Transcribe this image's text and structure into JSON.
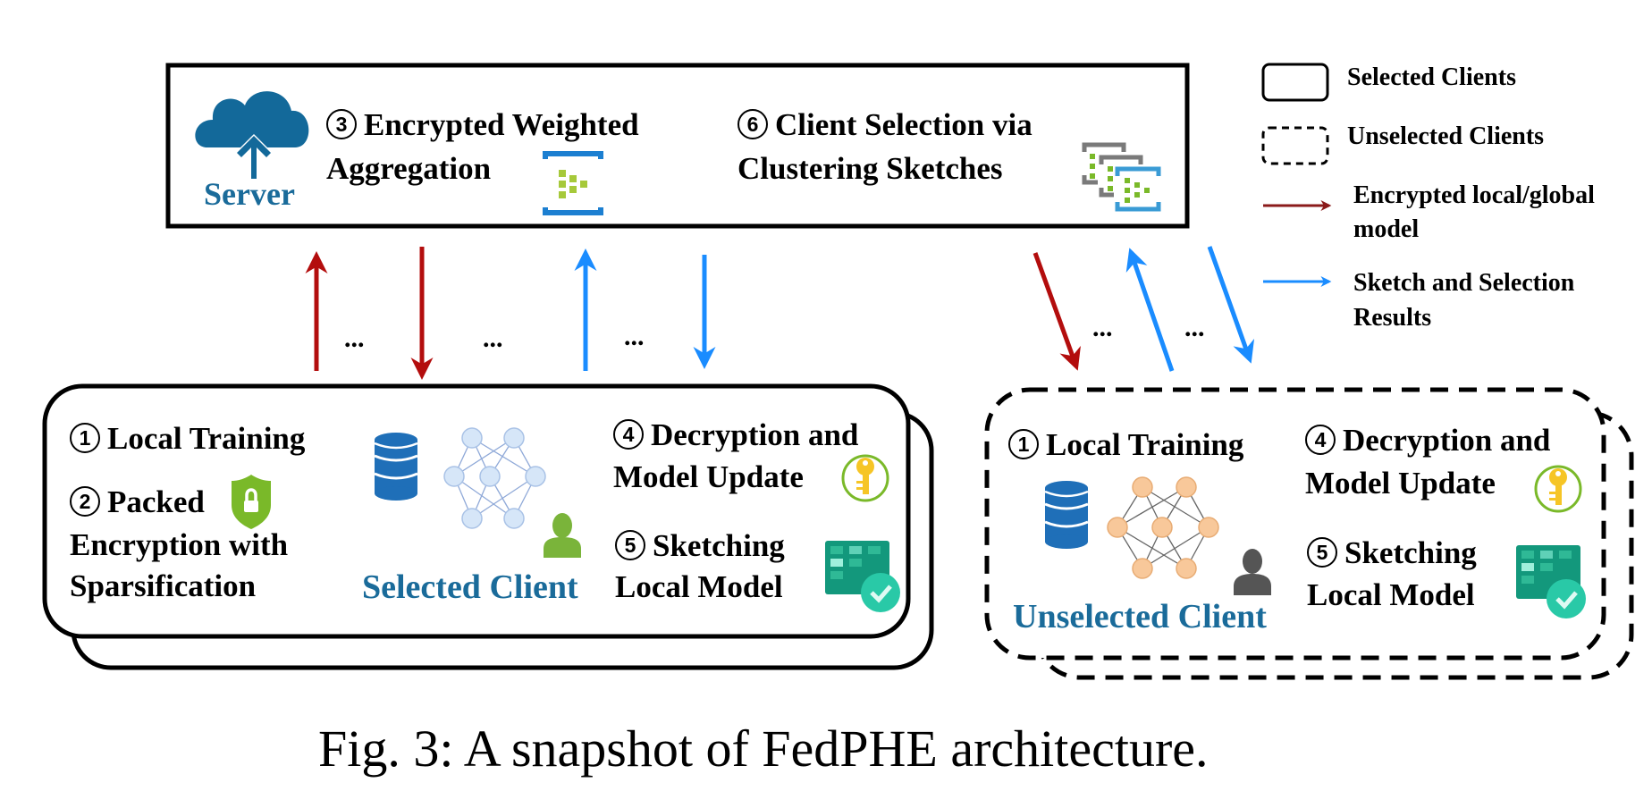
{
  "server": {
    "label": "Server",
    "step3": {
      "number": "3",
      "line1": "Encrypted Weighted",
      "line2": "Aggregation"
    },
    "step6": {
      "number": "6",
      "line1": "Client Selection via",
      "line2": "Clustering Sketches"
    }
  },
  "selected_client": {
    "label": "Selected Client",
    "step1": {
      "number": "1",
      "text": "Local Training"
    },
    "step2": {
      "number": "2",
      "line1": "Packed",
      "line2": "Encryption with",
      "line3": "Sparsification"
    },
    "step4": {
      "number": "4",
      "line1": "Decryption and",
      "line2": "Model Update"
    },
    "step5": {
      "number": "5",
      "line1": "Sketching",
      "line2": "Local Model"
    }
  },
  "unselected_client": {
    "label": "Unselected Client",
    "step1": {
      "number": "1",
      "text": "Local Training"
    },
    "step4": {
      "number": "4",
      "line1": "Decryption and",
      "line2": "Model Update"
    },
    "step5": {
      "number": "5",
      "line1": "Sketching",
      "line2": "Local Model"
    }
  },
  "ellipsis": "...",
  "legend": {
    "selected": "Selected Clients",
    "unselected": "Unselected Clients",
    "encrypted_line1": "Encrypted local/global",
    "encrypted_line2": "model",
    "sketch_line1": "Sketch and Selection",
    "sketch_line2": "Results"
  },
  "colors": {
    "encrypted_arrow": "#b30d0d",
    "sketch_arrow": "#1a8cff",
    "label_blue": "#1a6b9a",
    "selected_node": "#d6e6f8",
    "unselected_node": "#f8c89a",
    "green": "#7ab929",
    "teal": "#1fa88c"
  },
  "caption": "Fig. 3: A snapshot of FedPHE architecture."
}
